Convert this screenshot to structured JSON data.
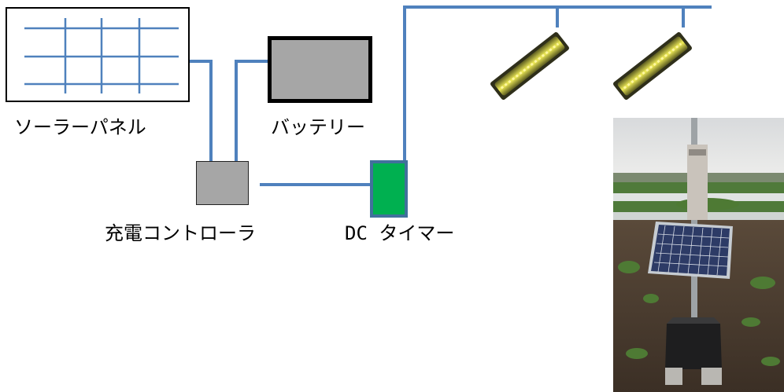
{
  "labels": {
    "solar_panel": "ソーラーパネル",
    "battery": "バッテリー",
    "charge_controller": "充電コントローラ",
    "dc_timer": "DC タイマー"
  },
  "colors": {
    "wire": "#4f81bd",
    "panel_grid": "#4f81bd",
    "battery_fill": "#a6a6a6",
    "controller_fill": "#a6a6a6",
    "timer_fill": "#00b050",
    "timer_border": "#41719c",
    "lamp_glow": "#e6e23a"
  },
  "icons": {
    "solar_panel": "solar-panel-icon",
    "battery": "battery-icon",
    "controller": "charge-controller-icon",
    "timer": "dc-timer-icon",
    "lamp": "led-lamp-icon",
    "photo": "field-installation-photo"
  }
}
